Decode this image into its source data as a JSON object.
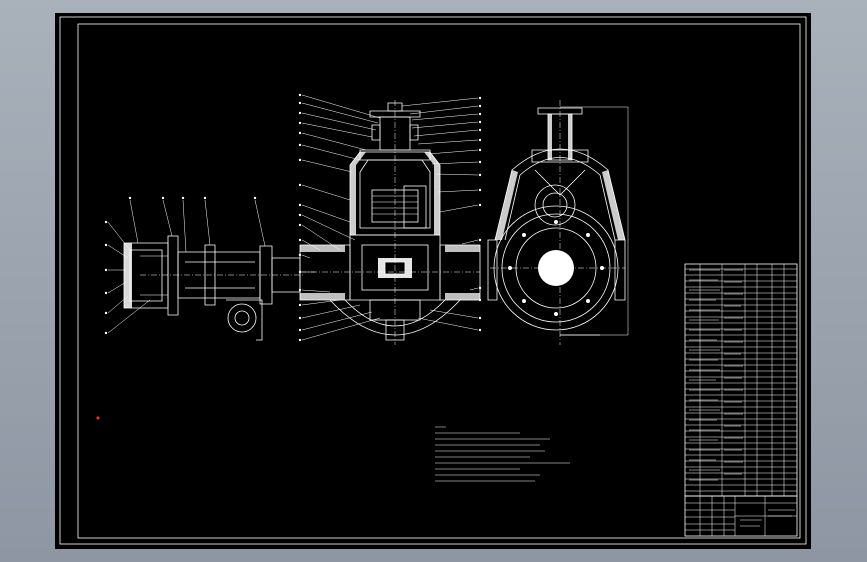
{
  "viewer": {
    "background_color": "#9aa3af",
    "sheet_color": "#000000",
    "line_color": "#ffffff",
    "accent_color": "#ff3333"
  },
  "drawing": {
    "views": [
      "left-shaft-view",
      "front-section-view",
      "side-view"
    ],
    "technical_notes_present": true,
    "parts_list_present": true,
    "title_block_present": true
  }
}
